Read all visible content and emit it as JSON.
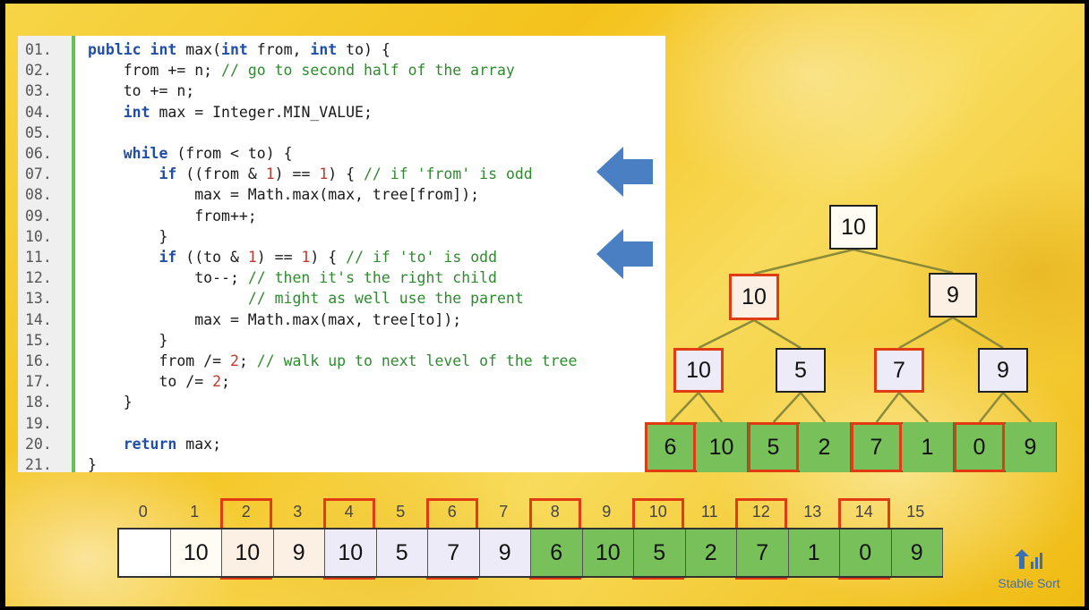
{
  "code": {
    "lines": [
      {
        "no": "01.",
        "segs": [
          {
            "t": "public int ",
            "c": "kw"
          },
          {
            "t": "max(",
            "c": ""
          },
          {
            "t": "int ",
            "c": "kw"
          },
          {
            "t": "from, ",
            "c": ""
          },
          {
            "t": "int ",
            "c": "kw"
          },
          {
            "t": "to) {",
            "c": ""
          }
        ]
      },
      {
        "no": "02.",
        "segs": [
          {
            "t": "    from += n; ",
            "c": ""
          },
          {
            "t": "// go to second half of the array",
            "c": "cm"
          }
        ]
      },
      {
        "no": "03.",
        "segs": [
          {
            "t": "    to += n;",
            "c": ""
          }
        ]
      },
      {
        "no": "04.",
        "segs": [
          {
            "t": "    ",
            "c": ""
          },
          {
            "t": "int ",
            "c": "kw"
          },
          {
            "t": "max = Integer.MIN_VALUE;",
            "c": ""
          }
        ]
      },
      {
        "no": "05.",
        "segs": []
      },
      {
        "no": "06.",
        "segs": [
          {
            "t": "    ",
            "c": ""
          },
          {
            "t": "while ",
            "c": "kw"
          },
          {
            "t": "(from < to) {",
            "c": ""
          }
        ]
      },
      {
        "no": "07.",
        "segs": [
          {
            "t": "        ",
            "c": ""
          },
          {
            "t": "if ",
            "c": "kw"
          },
          {
            "t": "((from & ",
            "c": ""
          },
          {
            "t": "1",
            "c": "nm"
          },
          {
            "t": ") == ",
            "c": ""
          },
          {
            "t": "1",
            "c": "nm"
          },
          {
            "t": ") { ",
            "c": ""
          },
          {
            "t": "// if 'from' is odd",
            "c": "cm"
          }
        ]
      },
      {
        "no": "08.",
        "segs": [
          {
            "t": "            max = Math.max(max, tree[from]);",
            "c": ""
          }
        ]
      },
      {
        "no": "09.",
        "segs": [
          {
            "t": "            from++;",
            "c": ""
          }
        ]
      },
      {
        "no": "10.",
        "segs": [
          {
            "t": "        }",
            "c": ""
          }
        ]
      },
      {
        "no": "11.",
        "segs": [
          {
            "t": "        ",
            "c": ""
          },
          {
            "t": "if ",
            "c": "kw"
          },
          {
            "t": "((to & ",
            "c": ""
          },
          {
            "t": "1",
            "c": "nm"
          },
          {
            "t": ") == ",
            "c": ""
          },
          {
            "t": "1",
            "c": "nm"
          },
          {
            "t": ") { ",
            "c": ""
          },
          {
            "t": "// if 'to' is odd",
            "c": "cm"
          }
        ]
      },
      {
        "no": "12.",
        "segs": [
          {
            "t": "            to--; ",
            "c": ""
          },
          {
            "t": "// then it's the right child",
            "c": "cm"
          }
        ]
      },
      {
        "no": "13.",
        "segs": [
          {
            "t": "                  ",
            "c": ""
          },
          {
            "t": "// might as well use the parent",
            "c": "cm"
          }
        ]
      },
      {
        "no": "14.",
        "segs": [
          {
            "t": "            max = Math.max(max, tree[to]);",
            "c": ""
          }
        ]
      },
      {
        "no": "15.",
        "segs": [
          {
            "t": "        }",
            "c": ""
          }
        ]
      },
      {
        "no": "16.",
        "segs": [
          {
            "t": "        from /= ",
            "c": ""
          },
          {
            "t": "2",
            "c": "nm"
          },
          {
            "t": "; ",
            "c": ""
          },
          {
            "t": "// walk up to next level of the tree",
            "c": "cm"
          }
        ]
      },
      {
        "no": "17.",
        "segs": [
          {
            "t": "        to /= ",
            "c": ""
          },
          {
            "t": "2",
            "c": "nm"
          },
          {
            "t": ";",
            "c": ""
          }
        ]
      },
      {
        "no": "18.",
        "segs": [
          {
            "t": "    }",
            "c": ""
          }
        ]
      },
      {
        "no": "19.",
        "segs": []
      },
      {
        "no": "20.",
        "segs": [
          {
            "t": "    ",
            "c": ""
          },
          {
            "t": "return ",
            "c": "kw"
          },
          {
            "t": "max;",
            "c": ""
          }
        ]
      },
      {
        "no": "21.",
        "segs": [
          {
            "t": "}",
            "c": ""
          }
        ]
      }
    ]
  },
  "arrow_icon": "left-arrow-icon",
  "tree": {
    "root": {
      "value": "10",
      "selected": false,
      "color": "#fffdf3"
    },
    "level1": [
      {
        "value": "10",
        "selected": true,
        "color": "#fcefe4"
      },
      {
        "value": "9",
        "selected": false,
        "color": "#fcefe4"
      }
    ],
    "level2": [
      {
        "value": "10",
        "selected": true,
        "color": "#ecebf7"
      },
      {
        "value": "5",
        "selected": false,
        "color": "#ecebf7"
      },
      {
        "value": "7",
        "selected": true,
        "color": "#ecebf7"
      },
      {
        "value": "9",
        "selected": false,
        "color": "#ecebf7"
      }
    ],
    "leaves": [
      {
        "value": "6",
        "selected": true
      },
      {
        "value": "10",
        "selected": false
      },
      {
        "value": "5",
        "selected": true
      },
      {
        "value": "2",
        "selected": false
      },
      {
        "value": "7",
        "selected": true
      },
      {
        "value": "1",
        "selected": false
      },
      {
        "value": "0",
        "selected": true
      },
      {
        "value": "9",
        "selected": false
      }
    ]
  },
  "array": {
    "indices": [
      "0",
      "1",
      "2",
      "3",
      "4",
      "5",
      "6",
      "7",
      "8",
      "9",
      "10",
      "11",
      "12",
      "13",
      "14",
      "15"
    ],
    "values": [
      "",
      "10",
      "10",
      "9",
      "10",
      "5",
      "7",
      "9",
      "6",
      "10",
      "5",
      "2",
      "7",
      "1",
      "0",
      "9"
    ],
    "highlighted_indices": [
      2,
      4,
      6,
      8,
      10,
      12,
      14
    ],
    "cell_colors": [
      "#ffffff",
      "#fffdf3",
      "#fcefe4",
      "#fcefe4",
      "#ecebf7",
      "#ecebf7",
      "#ecebf7",
      "#ecebf7",
      "#77c05a",
      "#77c05a",
      "#77c05a",
      "#77c05a",
      "#77c05a",
      "#77c05a",
      "#77c05a",
      "#77c05a"
    ]
  },
  "logo": {
    "text": "Stable Sort",
    "icon": "bar-chart-arrow-icon"
  },
  "colors": {
    "highlight": "#e03b12",
    "leaf_green": "#77c05a",
    "arrow_blue": "#4a7fc4",
    "gutter_green": "#6bbf59"
  }
}
